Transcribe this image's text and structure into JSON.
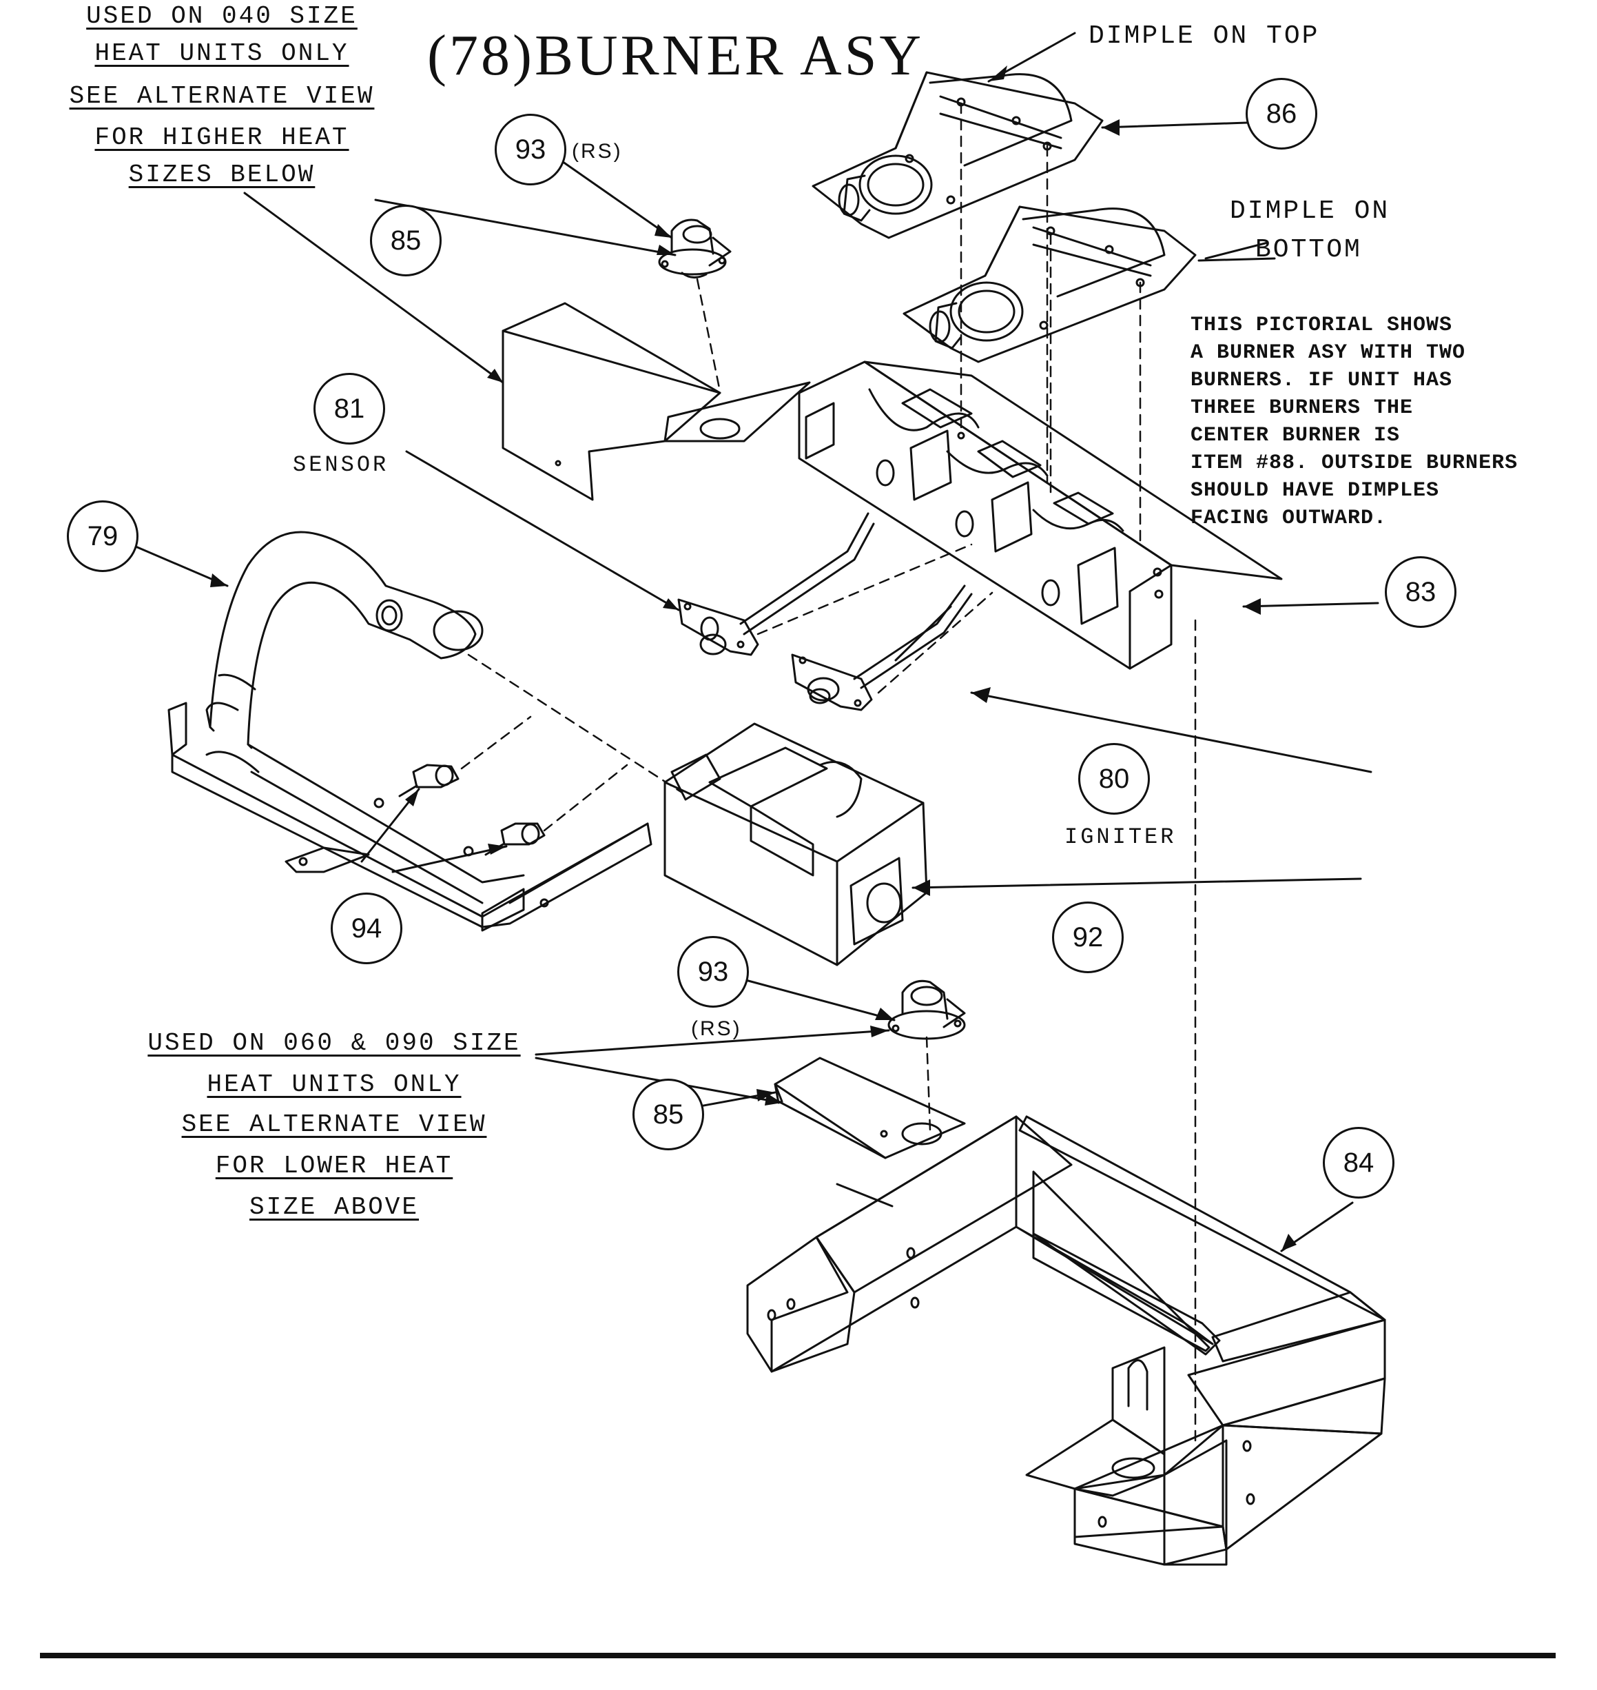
{
  "title": "(78)BURNER ASY",
  "notes": {
    "top_left": [
      "USED ON 040 SIZE",
      "HEAT UNITS ONLY",
      "SEE ALTERNATE VIEW",
      "FOR HIGHER HEAT",
      "SIZES BELOW"
    ],
    "bottom_left": [
      "USED ON 060 & 090 SIZE",
      "HEAT UNITS ONLY",
      "SEE ALTERNATE VIEW",
      "FOR LOWER HEAT",
      "SIZE ABOVE"
    ],
    "dimple_top": "DIMPLE ON TOP",
    "dimple_bottom": [
      "DIMPLE ON",
      "BOTTOM"
    ],
    "pictorial": [
      "THIS PICTORIAL SHOWS",
      "A BURNER ASY WITH TWO",
      "BURNERS. IF UNIT HAS",
      "THREE BURNERS THE",
      "CENTER BURNER IS",
      "ITEM #88. OUTSIDE BURNERS",
      "SHOULD HAVE DIMPLES",
      "FACING OUTWARD."
    ]
  },
  "callouts": {
    "c79": "79",
    "c80": "80",
    "c81": "81",
    "c83": "83",
    "c84": "84",
    "c85a": "85",
    "c85b": "85",
    "c86": "86",
    "c92": "92",
    "c93a": "93",
    "c93b": "93",
    "c94": "94"
  },
  "labels": {
    "rs_top": "(RS)",
    "rs_bottom": "(RS)",
    "sensor": "SENSOR",
    "igniter": "IGNITER"
  },
  "colors": {
    "ink": "#111111",
    "paper": "#ffffff"
  }
}
